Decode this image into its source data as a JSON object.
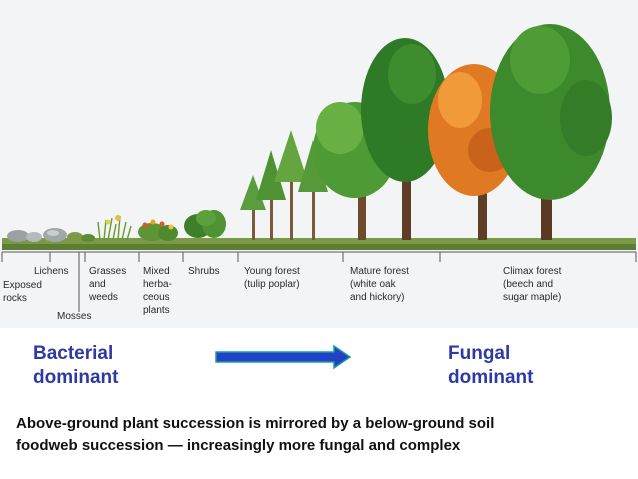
{
  "stages": [
    {
      "label": "Exposed\nrocks"
    },
    {
      "label": "Lichens"
    },
    {
      "label": "Mosses"
    },
    {
      "label": "Grasses\nand\nweeds"
    },
    {
      "label": "Mixed\nherba-\nceous\nplants"
    },
    {
      "label": "Shrubs"
    },
    {
      "label": "Young forest\n(tulip poplar)"
    },
    {
      "label": "Mature forest\n(white oak\nand hickory)"
    },
    {
      "label": "Climax forest\n(beech and\nsugar maple)"
    }
  ],
  "soil": {
    "left_label": "Bacterial\ndominant",
    "right_label": "Fungal\ndominant",
    "arrow_color": "#2340c8",
    "arrow_outline": "#16a09a"
  },
  "caption": {
    "line1": "Above-ground plant succession is mirrored by a below-ground soil",
    "line2": "foodweb succession  — increasingly more fungal and complex"
  },
  "colors": {
    "label_blue": "#2d3aa6",
    "tree_green": "#3f8f2e",
    "autumn_orange": "#e07a22",
    "ground": "#6c8f3e"
  }
}
